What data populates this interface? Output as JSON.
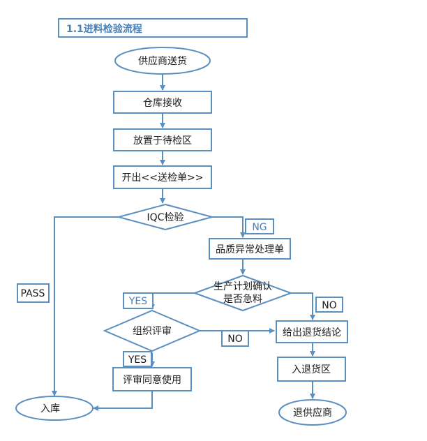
{
  "title": "1.1进料检验流程",
  "nodes": {
    "supplier_delivery": "供应商送货",
    "warehouse_receive": "仓库接收",
    "place_pending_area": "放置于待检区",
    "issue_inspection_form": "开出<<送检单>>",
    "iqc_inspection": "IQC检验",
    "quality_exception_form": "品质异常处理单",
    "urgent_question_line1": "生产计划确认",
    "urgent_question_line2": "是否急料",
    "organize_review": "组织评审",
    "issue_return_conclusion": "给出退货结论",
    "return_area": "入退货区",
    "review_agree_use": "评审同意使用",
    "stock_in": "入库",
    "return_to_supplier": "退供应商"
  },
  "edge_labels": {
    "ng": "NG",
    "pass": "PASS",
    "yes_urgent": "YES",
    "no_urgent": "NO",
    "yes_review": "YES",
    "no_review": "NO"
  },
  "colors": {
    "stroke": "#5b8fbf",
    "blue_text": "#4a7fb5",
    "text": "#1a1a1a"
  }
}
